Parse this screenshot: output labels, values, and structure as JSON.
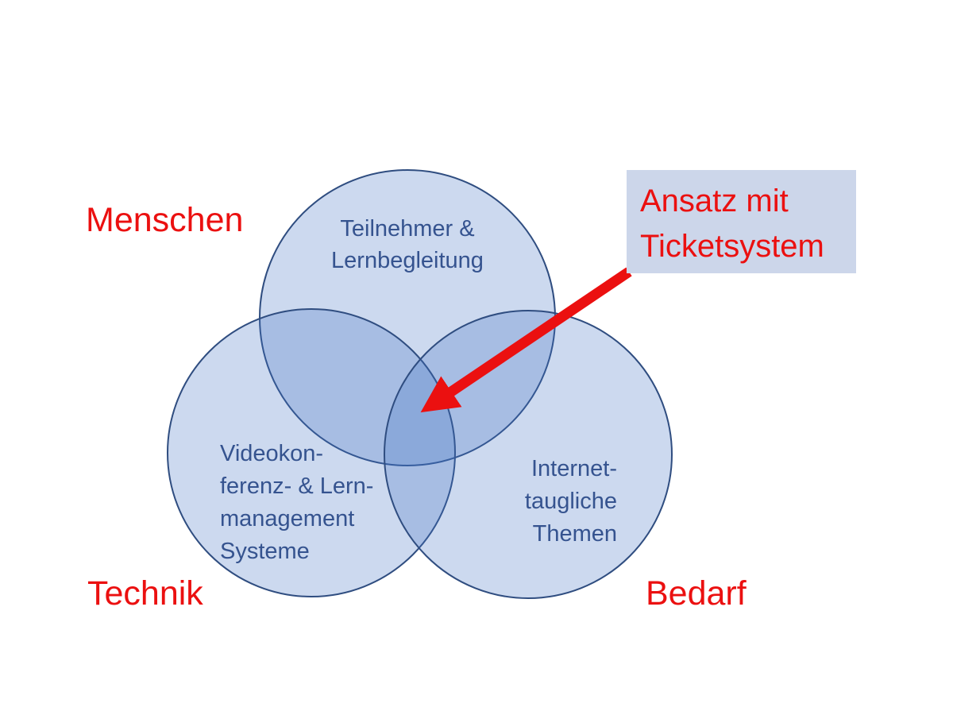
{
  "venn": {
    "circles": [
      {
        "name": "menschen",
        "lines": [
          "Teilnehmer &",
          "Lernbegleitung"
        ]
      },
      {
        "name": "technik",
        "lines": [
          "Videokon-",
          "ferenz- & Lern-",
          "management",
          "Systeme"
        ]
      },
      {
        "name": "bedarf",
        "lines": [
          "Internet-",
          "taugliche",
          "Themen"
        ]
      }
    ],
    "outer_labels": [
      {
        "text": "Menschen"
      },
      {
        "text": "Technik"
      },
      {
        "text": "Bedarf"
      }
    ],
    "callout": {
      "lines": [
        "Ansatz mit",
        "Ticketsystem"
      ]
    }
  },
  "colors": {
    "background": "#FFFFFF",
    "circle_fill": "#4472C4",
    "circle_fill_opacity": "0.27",
    "circle_stroke": "#2F4D80",
    "label_blue": "#35538F",
    "accent_red": "#EB1010",
    "callout_bg": "#CCD6EA"
  }
}
